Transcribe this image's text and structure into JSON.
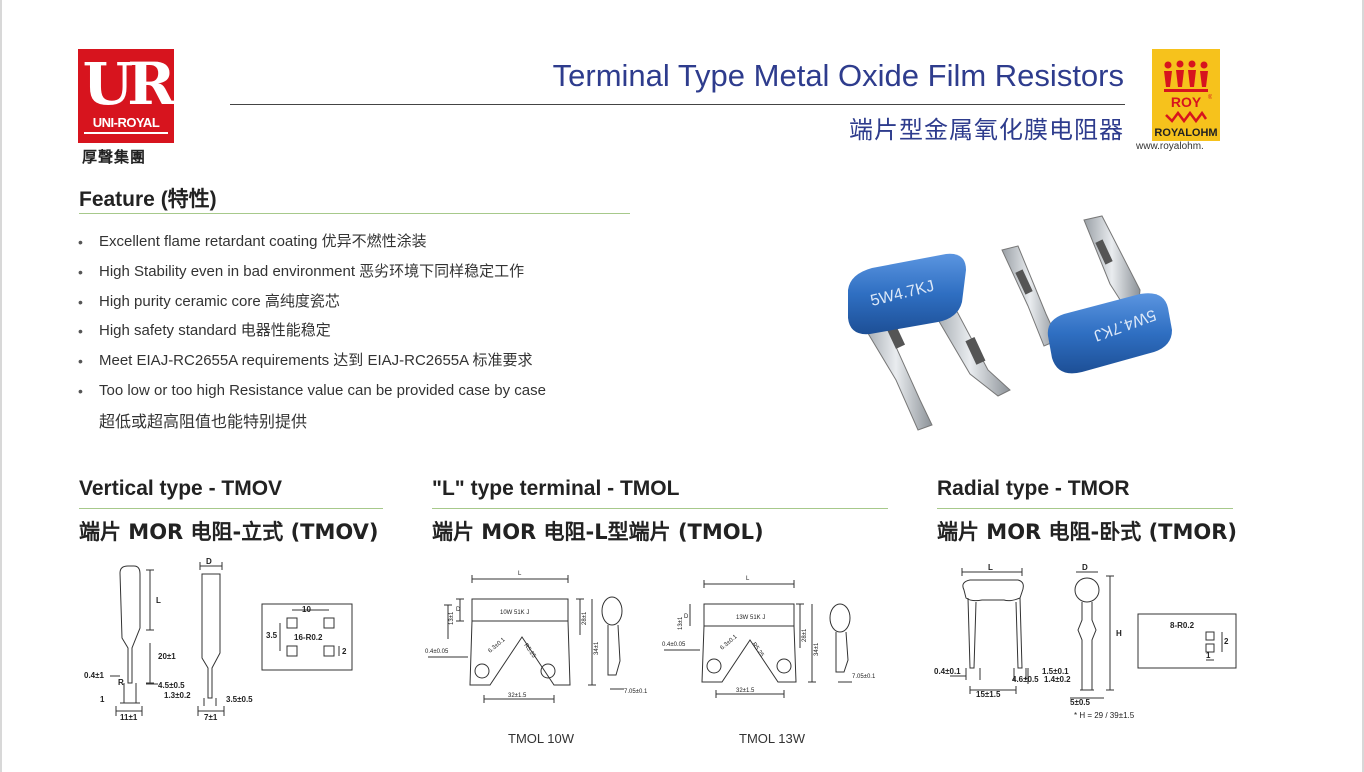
{
  "logo_left": {
    "mark": "UR",
    "brand": "UNI-ROYAL",
    "chinese": "厚聲集團"
  },
  "title": {
    "en": "Terminal Type Metal Oxide Film Resistors",
    "cn": "端片型金属氧化膜电阻器"
  },
  "logo_right": {
    "brand": "ROYALOHM",
    "url": "www.royalohm.",
    "emblem_text": "ROY"
  },
  "colors": {
    "title_blue": "#2e3c8d",
    "logo_red": "#d7141e",
    "logo_yellow": "#f6c21c",
    "rule_green": "#a7c98b",
    "resistor_blue": "#2f6fc2"
  },
  "feature": {
    "title": "Feature (特性)",
    "items": [
      "Excellent flame retardant coating 优异不燃性涂装",
      "High Stability even in bad environment 恶劣环境下同样稳定工作",
      "High purity ceramic core 高纯度瓷芯",
      "High safety standard 电器性能稳定",
      "Meet EIAJ-RC2655A requirements 达到 EIAJ-RC2655A 标准要求",
      "Too low or too high Resistance value can be provided case by case"
    ],
    "continuation": "超低或超高阻值也能特别提供"
  },
  "photo": {
    "marking_left": "5W4.7KJ",
    "marking_right": "5W4.7KJ"
  },
  "sections": [
    {
      "title_en": "Vertical type - TMOV",
      "title_cn": "端片 MOR 电阻-立式 (TMOV)",
      "dims": {
        "L": "L",
        "D": "D",
        "h20": "20±1",
        "t04": "0.4±1",
        "R": "R",
        "w45": "4.5±0.5",
        "w13": "1.3±0.2",
        "one": "1",
        "w11": "11±1",
        "w7": "7±1",
        "w35": "3.5±0.5",
        "pad10": "10",
        "pad35": "3.5",
        "pad16": "16-R0.2",
        "pad2": "2"
      }
    },
    {
      "title_en": "\"L\" type terminal - TMOL",
      "title_cn": "端片 MOR 电阻-L型端片 (TMOL)",
      "dims": {
        "L": "L",
        "D": "D",
        "marking10": "10W 51K J",
        "marking13": "13W 51K J",
        "t04": "0.4±0.05",
        "r635": "6.3±0.1",
        "r55": "R5.25",
        "h28": "28±1",
        "h34": "34±1",
        "w32": "32±1.5",
        "w705": "7.05±0.1",
        "h13": "13±1"
      },
      "captions": [
        "TMOL 10W",
        "TMOL 13W"
      ]
    },
    {
      "title_en": "Radial type - TMOR",
      "title_cn": "端片 MOR 电阻-卧式 (TMOR)",
      "dims": {
        "L": "L",
        "D": "D",
        "H": "H",
        "t04": "0.4±0.1",
        "w46": "4.6±0.5",
        "w15": "15±1.5",
        "w151": "1.5±0.1",
        "w142": "1.4±0.2",
        "w5": "5±0.5",
        "note": "* H = 29 / 39±1.5",
        "pad8": "8-R0.2",
        "pad2": "2",
        "pad1": "1"
      }
    }
  ]
}
